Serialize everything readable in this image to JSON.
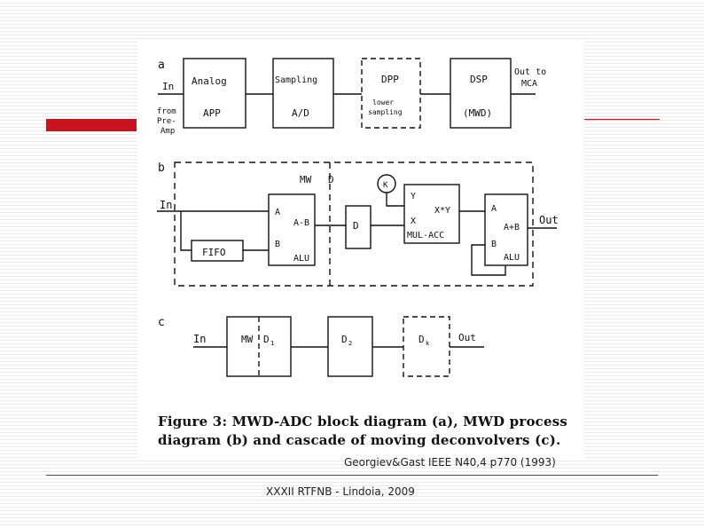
{
  "figure": {
    "panel_a": {
      "label": "a",
      "in_label": "In",
      "from_lines": [
        "from",
        "Pre-",
        "Amp"
      ],
      "analog": {
        "title": "Analog",
        "sub": "APP"
      },
      "sampling": {
        "title": "Sampling",
        "sub": "A/D"
      },
      "dpp": {
        "title": "DPP",
        "sub_lines": [
          "lower",
          "sampling"
        ]
      },
      "dsp": {
        "title": "DSP",
        "sub": "(MWD)"
      },
      "out_lines": [
        "Out to",
        "MCA"
      ]
    },
    "panel_b": {
      "label": "b",
      "mw_label": "MW",
      "d_label": "D",
      "in_label": "In",
      "fifo": "FIFO",
      "alu1": {
        "a": "A",
        "b": "B",
        "op": "A-B",
        "name": "ALU"
      },
      "delay": "D",
      "k": "K",
      "mul": {
        "y": "Y",
        "x": "X",
        "op": "X*Y",
        "name": "MUL-ACC"
      },
      "alu2": {
        "a": "A",
        "b": "B",
        "op": "A+B",
        "name": "ALU"
      },
      "out_label": "Out"
    },
    "panel_c": {
      "label": "c",
      "in_label": "In",
      "box1_mw": "MW",
      "box1_d": "D",
      "box1_sub": "1",
      "box2_d": "D",
      "box2_sub": "2",
      "box3_d": "D",
      "box3_sub": "k",
      "out_label": "Out"
    },
    "caption_line1": "Figure 3: MWD-ADC block diagram (a), MWD process",
    "caption_line2": "diagram (b) and cascade of moving deconvolvers (c)."
  },
  "credit": "Georgiev&Gast IEEE N40,4 p770 (1993)",
  "footer": "XXXII RTFNB - Lindoia, 2009",
  "colors": {
    "accent_red": "#c8141e",
    "stripe": "#e9e9e9",
    "ink": "#111111"
  }
}
